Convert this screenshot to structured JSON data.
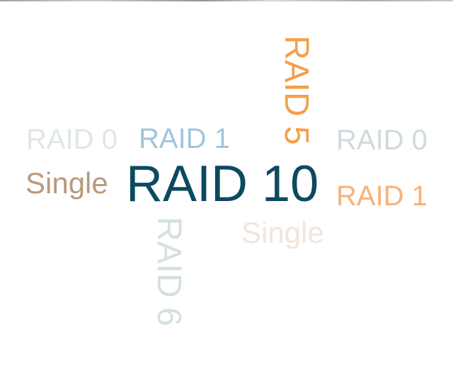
{
  "words": {
    "raid10": {
      "text": "RAID 10",
      "color": "#0c4a5e"
    },
    "raid5": {
      "text": "RAID 5",
      "color": "#f4a04a"
    },
    "raid1_blue": {
      "text": "RAID 1",
      "color": "#9ec6dc"
    },
    "raid0_left": {
      "text": "RAID 0",
      "color": "#e0e6e8"
    },
    "raid0_right": {
      "text": "RAID 0",
      "color": "#cfdadd"
    },
    "single_brown": {
      "text": "Single",
      "color": "#b99a7c"
    },
    "raid1_orange": {
      "text": "RAID 1",
      "color": "#f7b27a"
    },
    "single_beige": {
      "text": "Single",
      "color": "#f1e6dc"
    },
    "raid6": {
      "text": "RAID 6",
      "color": "#d4e0e1"
    }
  }
}
